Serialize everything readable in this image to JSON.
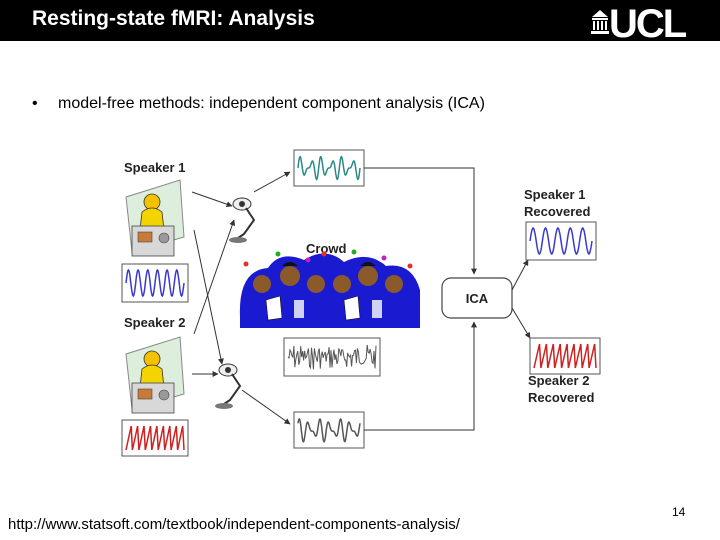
{
  "slide": {
    "title": "Resting-state fMRI: Analysis",
    "logo_text": "UCL",
    "bullet": "model-free methods: independent component analysis (ICA)",
    "page_number": "14",
    "footer_url": "http://www.statsoft.com/textbook/independent-components-analysis/"
  },
  "figure": {
    "speaker1_label": "Speaker 1",
    "speaker2_label": "Speaker 2",
    "crowd_label": "Crowd",
    "ica_label": "ICA",
    "recovered1_line1": "Speaker 1",
    "recovered1_line2": "Recovered",
    "recovered2_line1": "Speaker 2",
    "recovered2_line2": "Recovered"
  },
  "colors": {
    "sine_blue": "#3a3ad0",
    "saw_red": "#d02020",
    "mix_teal": "#2a8a8a",
    "mix_gray": "#555555",
    "crowd_blue": "#1a1ad0",
    "skin": "#8a5a2a"
  }
}
